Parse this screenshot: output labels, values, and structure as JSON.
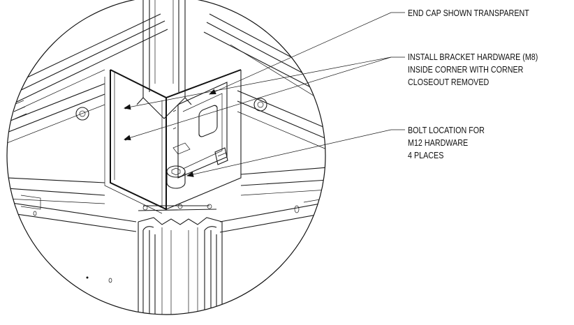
{
  "callouts": {
    "end_cap": {
      "lines": [
        "END CAP  SHOWN TRANSPARENT"
      ]
    },
    "bracket_hardware": {
      "lines": [
        "INSTALL BRACKET HARDWARE (M8)",
        "INSIDE CORNER WITH CORNER",
        "CLOSEOUT REMOVED"
      ]
    },
    "bolt_location": {
      "lines": [
        "BOLT LOCATION FOR",
        "M12 HARDWARE",
        "4 PLACES"
      ]
    }
  }
}
